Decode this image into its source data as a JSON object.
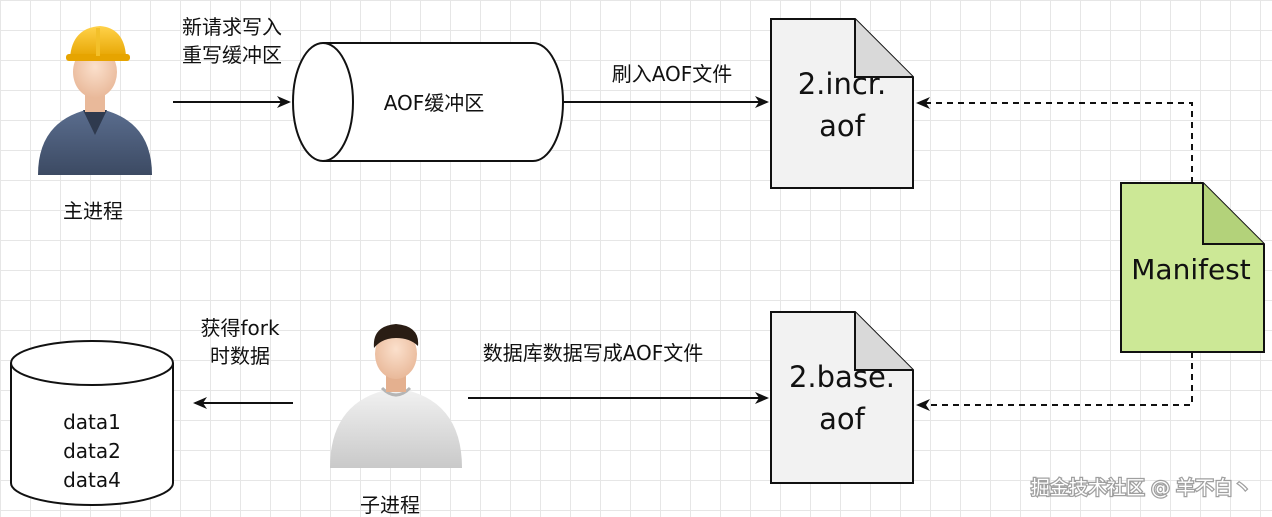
{
  "nodes": {
    "main_process_label": "主进程",
    "child_process_label": "子进程",
    "aof_buffer_label": "AOF缓冲区",
    "incr_file": {
      "line1": "2.incr.",
      "line2": "aof"
    },
    "base_file": {
      "line1": "2.base.",
      "line2": "aof"
    },
    "manifest_label": "Manifest",
    "database": {
      "line1": "data1",
      "line2": "data2",
      "line3": "data4"
    }
  },
  "edges": {
    "new_request": {
      "line1": "新请求写入",
      "line2": "重写缓冲区"
    },
    "flush_to_aof": "刷入AOF文件",
    "fork_data": {
      "line1": "获得fork",
      "line2": "时数据"
    },
    "db_write": "数据库数据写成AOF文件"
  },
  "watermark": "掘金技术社区 @ 羊不白丶",
  "colors": {
    "manifest_fill": "#cce896",
    "file_fill": "#f2f2f2",
    "stroke": "#111111"
  },
  "icons": {
    "main_process": "worker-hardhat-icon",
    "child_process": "person-icon"
  }
}
